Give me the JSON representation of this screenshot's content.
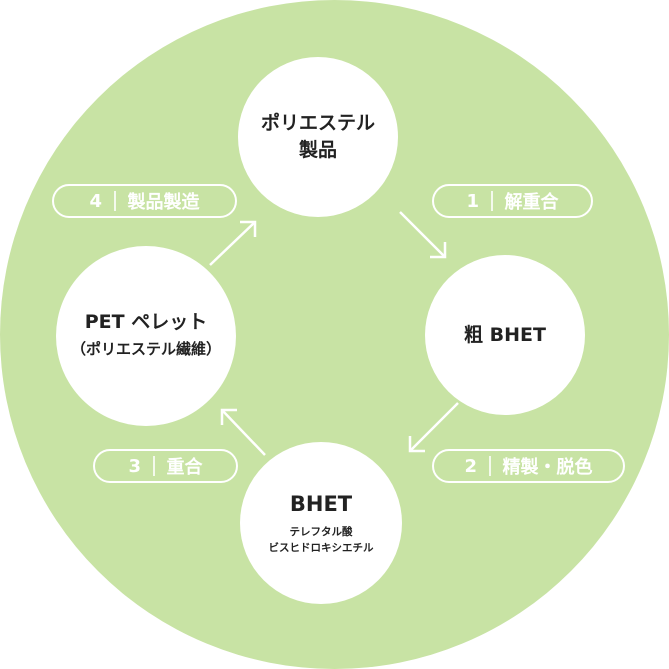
{
  "nodes": {
    "top": {
      "line1": "ポリエステル",
      "line2": "製品"
    },
    "right": {
      "line1": "粗 BHET"
    },
    "bottom": {
      "line1": "BHET",
      "sub1": "テレフタル酸",
      "sub2": "ビスヒドロキシエチル"
    },
    "left": {
      "line1": "PET ペレット",
      "line2": "（ポリエステル繊維）"
    }
  },
  "steps": [
    {
      "num": "1",
      "label": "解重合"
    },
    {
      "num": "2",
      "label": "精製・脱色"
    },
    {
      "num": "3",
      "label": "重合"
    },
    {
      "num": "4",
      "label": "製品製造"
    }
  ],
  "colors": {
    "background": "#c8e3a4",
    "node": "#ffffff"
  }
}
